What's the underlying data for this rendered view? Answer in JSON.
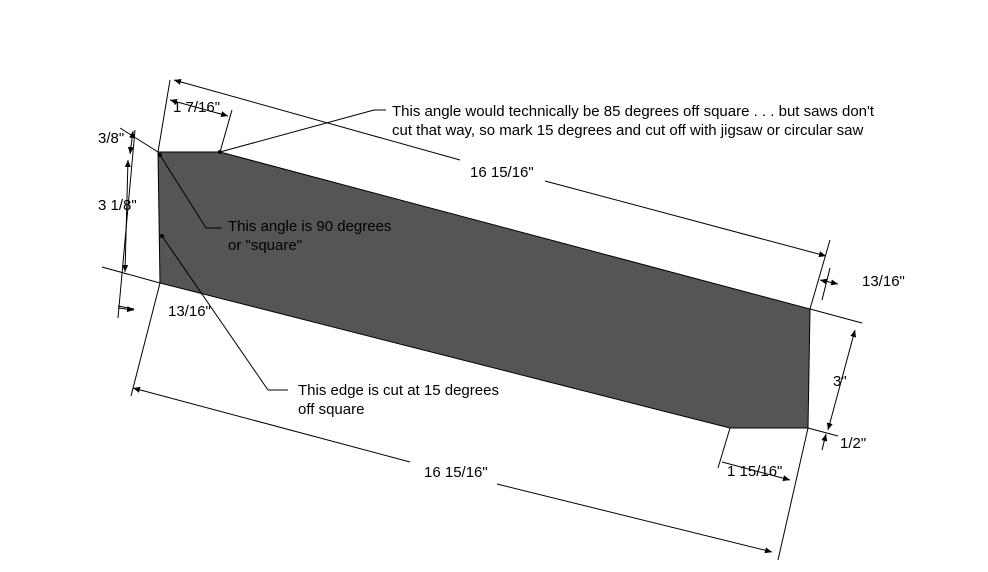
{
  "colors": {
    "background": "#ffffff",
    "board_fill": "#555555",
    "line": "#000000"
  },
  "dimensions": {
    "top_length": "16 15/16\"",
    "bottom_length": "16 15/16\"",
    "top_left_offset": "1 7/16\"",
    "left_top_small": "3/8\"",
    "left_height": "3 1/8\"",
    "left_bottom_small": "13/16\"",
    "right_top_small": "13/16\"",
    "right_height": "3\"",
    "right_bottom_small": "1/2\"",
    "bottom_right_offset": "1 15/16\""
  },
  "notes": {
    "angle_85_line1": "This angle would technically be 85 degrees off square . . . but saws don't",
    "angle_85_line2": "cut that way, so mark 15 degrees and cut off with jigsaw or circular saw",
    "angle_90_line1": "This angle is 90 degrees",
    "angle_90_line2": "or \"square\"",
    "edge_15_line1": "This edge is cut at 15 degrees",
    "edge_15_line2": "off square"
  }
}
